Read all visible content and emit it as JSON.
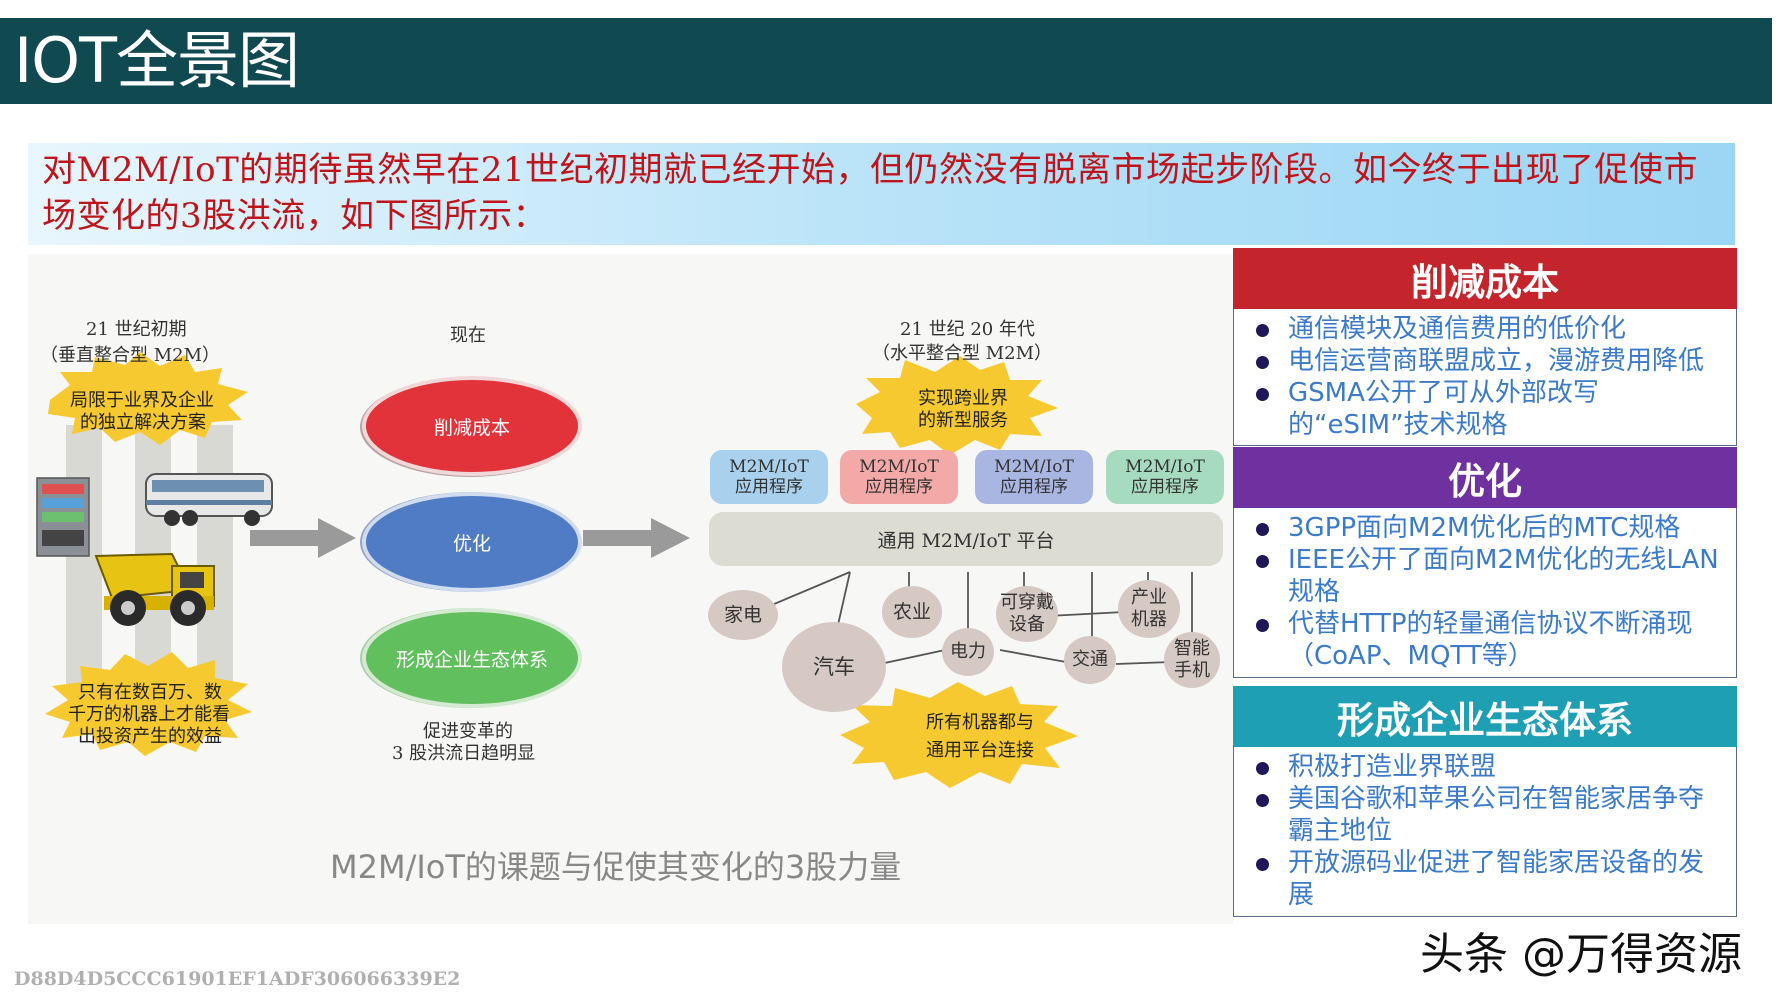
{
  "title": "IOT全景图",
  "intro": "对M2M/IoT的期待虽然早在21世纪初期就已经开始，但仍然没有脱离市场起步阶段。如今终于出现了促使市场变化的3股洪流，如下图所示：",
  "diagram": {
    "left_heading_1": "21 世纪初期",
    "left_heading_2": "（垂直整合型 M2M）",
    "left_star_1a": "局限于业界及企业",
    "left_star_1b": "的独立解决方案",
    "left_star_2a": "只有在数百万、数",
    "left_star_2b": "千万的机器上才能看",
    "left_star_2c": "出投资产生的效益",
    "mid_heading": "现在",
    "ellipse_cost": "削减成本",
    "ellipse_opt": "优化",
    "ellipse_eco": "形成企业生态体系",
    "mid_note_1": "促进变革的",
    "mid_note_2": "3 股洪流日趋明显",
    "right_heading_1": "21 世纪 20 年代",
    "right_heading_2": "（水平整合型 M2M）",
    "right_star_1a": "实现跨业界",
    "right_star_1b": "的新型服务",
    "app_line1": "M2M/IoT",
    "app_line2": "应用程序",
    "platform": "通用 M2M/IoT 平台",
    "node_home": "家电",
    "node_car": "汽车",
    "node_agri": "农业",
    "node_power": "电力",
    "node_wear_a": "可穿戴",
    "node_wear_b": "设备",
    "node_traffic": "交通",
    "node_ind_a": "产业",
    "node_ind_b": "机器",
    "node_phone_a": "智能",
    "node_phone_b": "手机",
    "right_star_2a": "所有机器都与",
    "right_star_2b": "通用平台连接",
    "caption": "M2M/IoT的课题与促使其变化的3股力量"
  },
  "panels": [
    {
      "title": "削减成本",
      "color": "#c4242b",
      "items": [
        "通信模块及通信费用的低价化",
        "电信运营商联盟成立，漫游费用降低",
        "GSMA公开了可从外部改写的“eSIM”技术规格"
      ]
    },
    {
      "title": "优化",
      "color": "#7031a0",
      "items": [
        "3GPP面向M2M优化后的MTC规格",
        "IEEE公开了面向M2M优化的无线LAN规格",
        "代替HTTP的轻量通信协议不断涌现（CoAP、MQTT等）"
      ]
    },
    {
      "title": "形成企业生态体系",
      "color": "#1f9fb3",
      "items": [
        "积极打造业界联盟",
        "美国谷歌和苹果公司在智能家居争夺霸主地位",
        "开放源码业促进了智能家居设备的发展"
      ]
    }
  ],
  "watermark": "头条 @万得资源",
  "hash_code": "D88D4D5CCC61901EF1ADF306066339E2"
}
